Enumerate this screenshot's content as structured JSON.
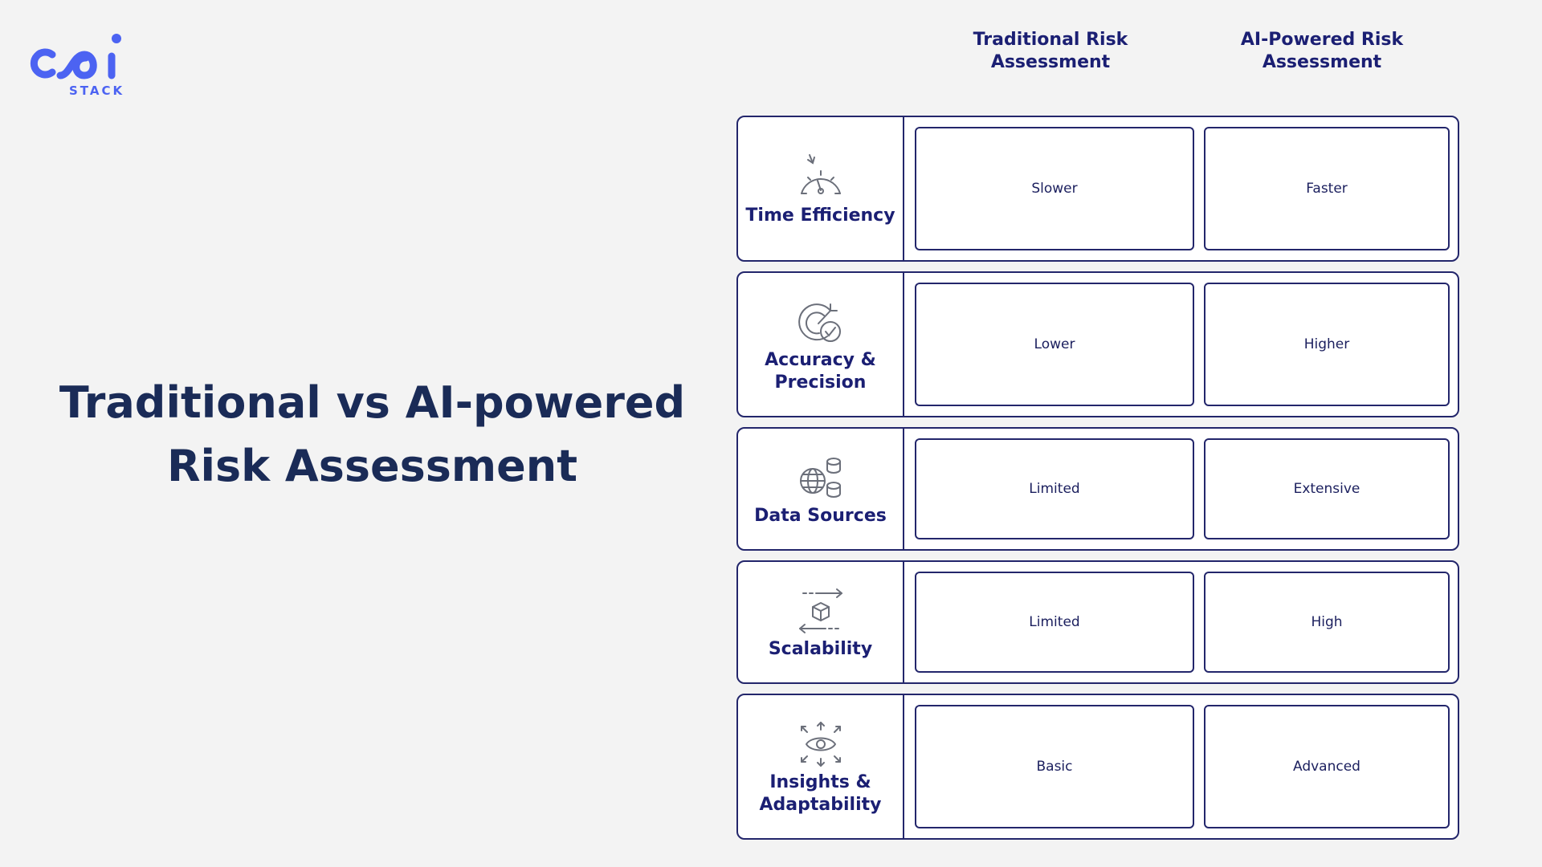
{
  "logo": {
    "mark": "cai",
    "sub": "STACK",
    "brand_color": "#4c63f2"
  },
  "title": "Traditional vs AI-powered Risk Assessment",
  "columns": {
    "traditional": "Traditional Risk Assessment",
    "ai": "AI-Powered Risk Assessment"
  },
  "rows": [
    {
      "label": "Time Efficiency",
      "icon": "speedometer-icon",
      "traditional": "Slower",
      "ai": "Faster"
    },
    {
      "label": "Accuracy & Precision",
      "icon": "target-check-icon",
      "traditional": "Lower",
      "ai": "Higher"
    },
    {
      "label": "Data Sources",
      "icon": "globe-database-icon",
      "traditional": "Limited",
      "ai": "Extensive"
    },
    {
      "label": "Scalability",
      "icon": "cube-arrows-icon",
      "traditional": "Limited",
      "ai": "High"
    },
    {
      "label": "Insights & Adaptability",
      "icon": "eye-focus-icon",
      "traditional": "Basic",
      "ai": "Advanced"
    }
  ],
  "colors": {
    "background": "#f3f3f3",
    "border": "#23266b",
    "title": "#1a2b57",
    "icon": "#6b6f7a"
  }
}
